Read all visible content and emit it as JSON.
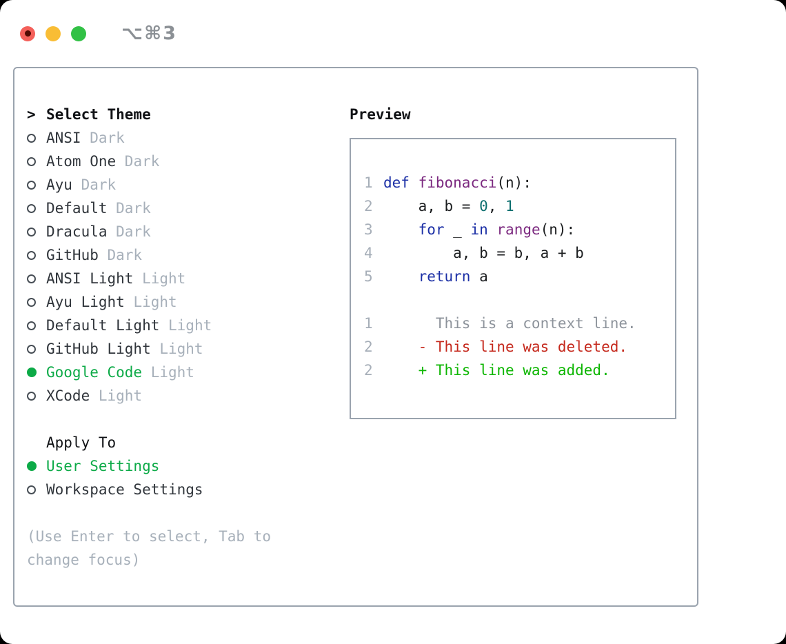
{
  "window": {
    "shortcut_label": "⌥⌘3",
    "traffic_lights": [
      {
        "name": "close"
      },
      {
        "name": "minimize"
      },
      {
        "name": "zoom"
      }
    ]
  },
  "colors": {
    "border": "#9aa3ae",
    "text": "#30353b",
    "heading": "#101215",
    "muted": "#a7b0ba",
    "green": "#0caa47",
    "shortcut": "#8b9095",
    "traffic_red": "#f4605a",
    "traffic_red_dot": "#520a02",
    "traffic_yellow": "#f9bd35",
    "traffic_green": "#32c146",
    "line_number": "#a6aeb8",
    "code_plain": "#1c1e20",
    "keyword": "#1c30a6",
    "function": "#7c2a80",
    "number": "#0b6e6e",
    "context_gray": "#8d939b",
    "diff_red": "#c5281c",
    "diff_green": "#0db602"
  },
  "theme_panel": {
    "title_marker": ">",
    "title": "Select Theme",
    "items": [
      {
        "name": "ANSI",
        "tag": "Dark",
        "selected": false
      },
      {
        "name": "Atom One",
        "tag": "Dark",
        "selected": false
      },
      {
        "name": "Ayu",
        "tag": "Dark",
        "selected": false
      },
      {
        "name": "Default",
        "tag": "Dark",
        "selected": false
      },
      {
        "name": "Dracula",
        "tag": "Dark",
        "selected": false
      },
      {
        "name": "GitHub",
        "tag": "Dark",
        "selected": false
      },
      {
        "name": "ANSI Light",
        "tag": "Light",
        "selected": false
      },
      {
        "name": "Ayu Light",
        "tag": "Light",
        "selected": false
      },
      {
        "name": "Default Light",
        "tag": "Light",
        "selected": false
      },
      {
        "name": "GitHub Light",
        "tag": "Light",
        "selected": false
      },
      {
        "name": "Google Code",
        "tag": "Light",
        "selected": true
      },
      {
        "name": "XCode",
        "tag": "Light",
        "selected": false
      }
    ],
    "apply_to": {
      "title": "Apply To",
      "options": [
        {
          "name": "User Settings",
          "selected": true
        },
        {
          "name": "Workspace Settings",
          "selected": false
        }
      ]
    },
    "help_text": "(Use Enter to select, Tab to change focus)"
  },
  "preview": {
    "title": "Preview",
    "code_lines": [
      {
        "num": "1",
        "tokens": [
          {
            "text": "def",
            "type": "keyword"
          },
          {
            "text": " "
          },
          {
            "text": "fibonacci",
            "type": "function"
          },
          {
            "text": "(n):"
          }
        ]
      },
      {
        "num": "2",
        "tokens": [
          {
            "text": "    a, b = "
          },
          {
            "text": "0",
            "type": "number"
          },
          {
            "text": ", "
          },
          {
            "text": "1",
            "type": "number"
          }
        ]
      },
      {
        "num": "3",
        "tokens": [
          {
            "text": "    "
          },
          {
            "text": "for",
            "type": "keyword"
          },
          {
            "text": " _ "
          },
          {
            "text": "in",
            "type": "keyword"
          },
          {
            "text": " "
          },
          {
            "text": "range",
            "type": "function"
          },
          {
            "text": "(n):"
          }
        ]
      },
      {
        "num": "4",
        "tokens": [
          {
            "text": "        a, b = b, a + b"
          }
        ]
      },
      {
        "num": "5",
        "tokens": [
          {
            "text": "    "
          },
          {
            "text": "return",
            "type": "keyword"
          },
          {
            "text": " a"
          }
        ]
      }
    ],
    "diff_lines": [
      {
        "num": "1",
        "type": "context",
        "marker": "",
        "text": "This is a context line."
      },
      {
        "num": "2",
        "type": "deleted",
        "marker": "-",
        "text": "This line was deleted."
      },
      {
        "num": "2",
        "type": "added",
        "marker": "+",
        "text": "This line was added."
      }
    ]
  }
}
